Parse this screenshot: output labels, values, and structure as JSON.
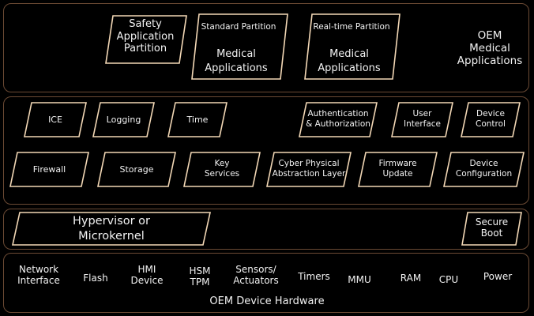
{
  "app_layer": {
    "safety": [
      "Safety",
      "Application",
      "Partition"
    ],
    "standard": {
      "title": "Standard Partition",
      "body": [
        "Medical",
        "Applications"
      ]
    },
    "realtime": {
      "title": "Real-time Partition",
      "body": [
        "Medical",
        "Applications"
      ]
    },
    "label": [
      "OEM",
      "Medical",
      "Applications"
    ]
  },
  "services_layer": {
    "row1": [
      "ICE",
      "Logging",
      "Time"
    ],
    "row1_right": [
      [
        "Authentication",
        "& Authorization"
      ],
      [
        "User",
        "Interface"
      ],
      [
        "Device",
        "Control"
      ]
    ],
    "row2": [
      [
        "Firewall"
      ],
      [
        "Storage"
      ],
      [
        "Key",
        "Services"
      ],
      [
        "Cyber Physical",
        "Abstraction Layer"
      ],
      [
        "Firmware",
        "Update"
      ],
      [
        "Device",
        "Configuration"
      ]
    ]
  },
  "hypervisor_layer": {
    "hypervisor": [
      "Hypervisor or",
      "Microkernel"
    ],
    "secure_boot": [
      "Secure",
      "Boot"
    ]
  },
  "hardware_layer": {
    "items": [
      [
        "Network",
        "Interface"
      ],
      [
        "Flash"
      ],
      [
        "HMI",
        "Device"
      ],
      [
        "HSM",
        "TPM"
      ],
      [
        "Sensors/",
        "Actuators"
      ],
      [
        "Timers"
      ],
      [
        "MMU"
      ],
      [
        "RAM"
      ],
      [
        "CPU"
      ],
      [
        "Power"
      ]
    ],
    "label": "OEM Device Hardware"
  },
  "colors": {
    "border": "#f3d8b6",
    "layer_border": "#6b4a34",
    "text": "#f2f2f2"
  }
}
